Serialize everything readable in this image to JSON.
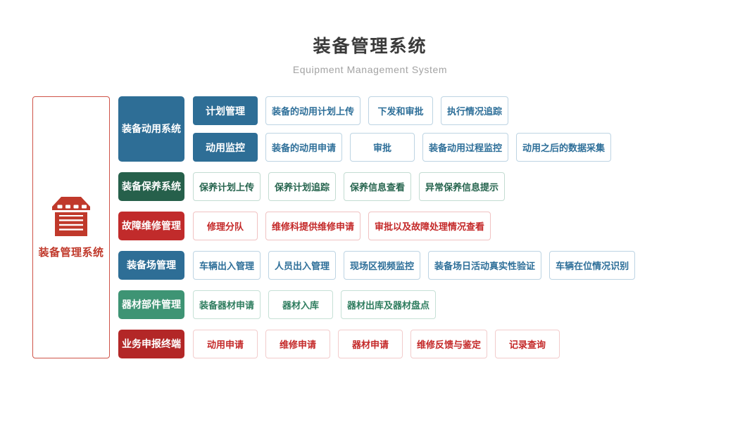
{
  "header": {
    "title": "装备管理系统",
    "subtitle": "Equipment Management System"
  },
  "root": {
    "label": "装备管理系统",
    "icon": "warehouse-icon",
    "color": "#c0392b",
    "border_color": "#cf5348"
  },
  "themes": {
    "blue": {
      "fill": "#2e6e96",
      "leaf_text": "#2e6f99",
      "leaf_border": "#bdd4e3"
    },
    "green_dark": {
      "fill": "#26604b",
      "leaf_text": "#27654f",
      "leaf_border": "#c3dcd2"
    },
    "red": {
      "fill": "#c12b2b",
      "leaf_text": "#c42929",
      "leaf_border": "#f0c2c2"
    },
    "green": {
      "fill": "#3e9474",
      "leaf_text": "#2f7d5f",
      "leaf_border": "#c6e0d6"
    },
    "red_dark": {
      "fill": "#b32727",
      "leaf_text": "#c42929",
      "leaf_border": "#f2cccc"
    }
  },
  "groups": [
    {
      "id": "equipment-mobilization",
      "label": "装备动用系统",
      "theme": "blue",
      "rows": [
        {
          "sub": "计划管理",
          "leaves": [
            "装备的动用计划上传",
            "下发和审批",
            "执行情况追踪"
          ]
        },
        {
          "sub": "动用监控",
          "leaves": [
            "装备的动用申请",
            "审批",
            "装备动用过程监控",
            "动用之后的数据采集"
          ]
        }
      ]
    },
    {
      "id": "maintenance-system",
      "label": "装备保养系统",
      "theme": "green_dark",
      "rows": [
        {
          "leaves": [
            "保养计划上传",
            "保养计划追踪",
            "保养信息查看",
            "异常保养信息提示"
          ]
        }
      ]
    },
    {
      "id": "fault-repair",
      "label": "故障维修管理",
      "theme": "red",
      "rows": [
        {
          "leaves": [
            "修理分队",
            "维修科提供维修申请",
            "审批以及故障处理情况查看"
          ]
        }
      ]
    },
    {
      "id": "equipment-yard",
      "label": "装备场管理",
      "theme": "blue",
      "rows": [
        {
          "leaves": [
            "车辆出入管理",
            "人员出入管理",
            "现场区视频监控",
            "装备场日活动真实性验证",
            "车辆在位情况识别"
          ]
        }
      ]
    },
    {
      "id": "material-parts",
      "label": "器材部件管理",
      "theme": "green",
      "rows": [
        {
          "leaves": [
            "装备器材申请",
            "器材入库",
            "器材出库及器材盘点"
          ]
        }
      ]
    },
    {
      "id": "service-terminal",
      "label": "业务申报终端",
      "theme": "red_dark",
      "rows": [
        {
          "leaves": [
            "动用申请",
            "维修申请",
            "器材申请",
            "维修反馈与鉴定",
            "记录查询"
          ]
        }
      ]
    }
  ]
}
